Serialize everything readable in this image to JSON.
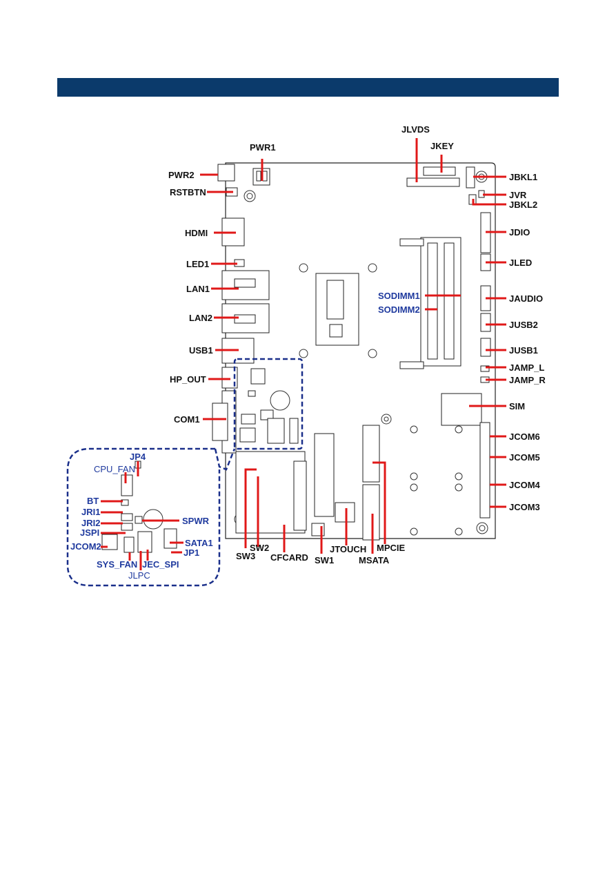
{
  "header": {
    "title": "",
    "color": "#0b3a6b"
  },
  "colors": {
    "leader": "#e01818",
    "blue_label": "#1f3a9e",
    "black_label": "#111111",
    "callout_border": "#1a2f8a"
  },
  "labels": {
    "pwr1": "PWR1",
    "pwr2": "PWR2",
    "rstbtn": "RSTBTN",
    "hdmi": "HDMI",
    "led1": "LED1",
    "lan1": "LAN1",
    "lan2": "LAN2",
    "usb1": "USB1",
    "hp_out": "HP_OUT",
    "com1": "COM1",
    "jlvds": "JLVDS",
    "jkey": "JKEY",
    "jbkl1": "JBKL1",
    "jvr": "JVR",
    "jbkl2": "JBKL2",
    "jdio": "JDIO",
    "jled": "JLED",
    "jaudio": "JAUDIO",
    "jusb2": "JUSB2",
    "jusb1": "JUSB1",
    "jamp_l": "JAMP_L",
    "jamp_r": "JAMP_R",
    "sim": "SIM",
    "jcom6": "JCOM6",
    "jcom5": "JCOM5",
    "jcom4": "JCOM4",
    "jcom3": "JCOM3",
    "sodimm1": "SODIMM1",
    "sodimm2": "SODIMM2",
    "sw3": "SW3",
    "sw2": "SW2",
    "cfcard": "CFCARD",
    "sw1": "SW1",
    "jtouch": "JTOUCH",
    "mpcie": "MPCIE",
    "msata": "MSATA",
    "jp4": "JP4",
    "cpu_fan": "CPU_FAN",
    "bt": "BT",
    "jri1": "JRI1",
    "jri2": "JRI2",
    "jspi": "JSPI",
    "jcom2": "JCOM2",
    "spwr": "SPWR",
    "sata1": "SATA1",
    "jp1": "JP1",
    "sys_fan": "SYS_FAN",
    "jec_spi": "JEC_SPI",
    "jlpc": "JLPC"
  }
}
